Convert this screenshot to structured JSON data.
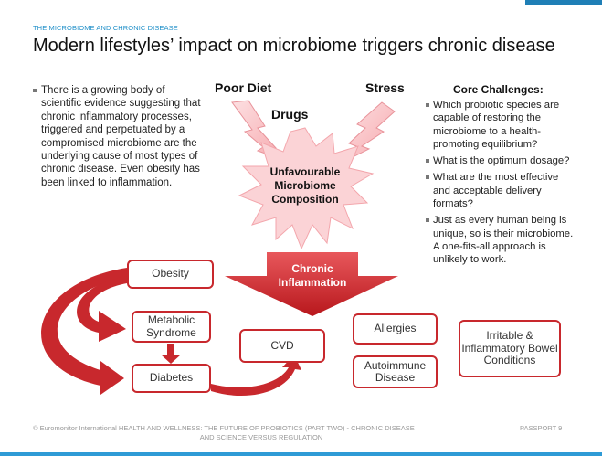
{
  "header": {
    "section": "THE MICROBIOME AND CHRONIC DISEASE",
    "title": "Modern lifestyles’ impact on microbiome triggers chronic disease"
  },
  "left_bullets": [
    "There is a growing body of scientific evidence suggesting that chronic inflammatory processes, triggered and perpetuated by a compromised microbiome are the underlying cause of most types of chronic disease. Even obesity has been linked to inflammation."
  ],
  "triggers": {
    "poor_diet": "Poor Diet",
    "drugs": "Drugs",
    "stress": "Stress"
  },
  "center_star": "Unfavourable Microbiome Composition",
  "chronic_inflammation": "Chronic Inflammation",
  "core_challenges": {
    "title": "Core Challenges:",
    "items": [
      "Which probiotic species are capable of restoring the microbiome to a health-promoting equilibrium?",
      "What is the optimum dosage?",
      "What are the most effective and acceptable delivery formats?",
      "Just as every human being is unique, so is their microbiome. A one-fits-all approach is unlikely to work."
    ]
  },
  "conditions": {
    "obesity": "Obesity",
    "metabolic": "Metabolic Syndrome",
    "diabetes": "Diabetes",
    "cvd": "CVD",
    "allergies": "Allergies",
    "autoimmune": "Autoimmune Disease",
    "ibd": "Irritable & Inflammatory Bowel Conditions"
  },
  "footer": {
    "left_line1": "© Euromonitor International   HEALTH AND WELLNESS: THE FUTURE OF PROBIOTICS (PART TWO) - CHRONIC DISEASE",
    "left_line2": "AND SCIENCE VERSUS REGULATION",
    "right": "PASSPORT   9"
  },
  "colors": {
    "accent_red": "#c8282d",
    "star_pink": "#fbd3d6",
    "section_blue": "#1f8fc8"
  }
}
